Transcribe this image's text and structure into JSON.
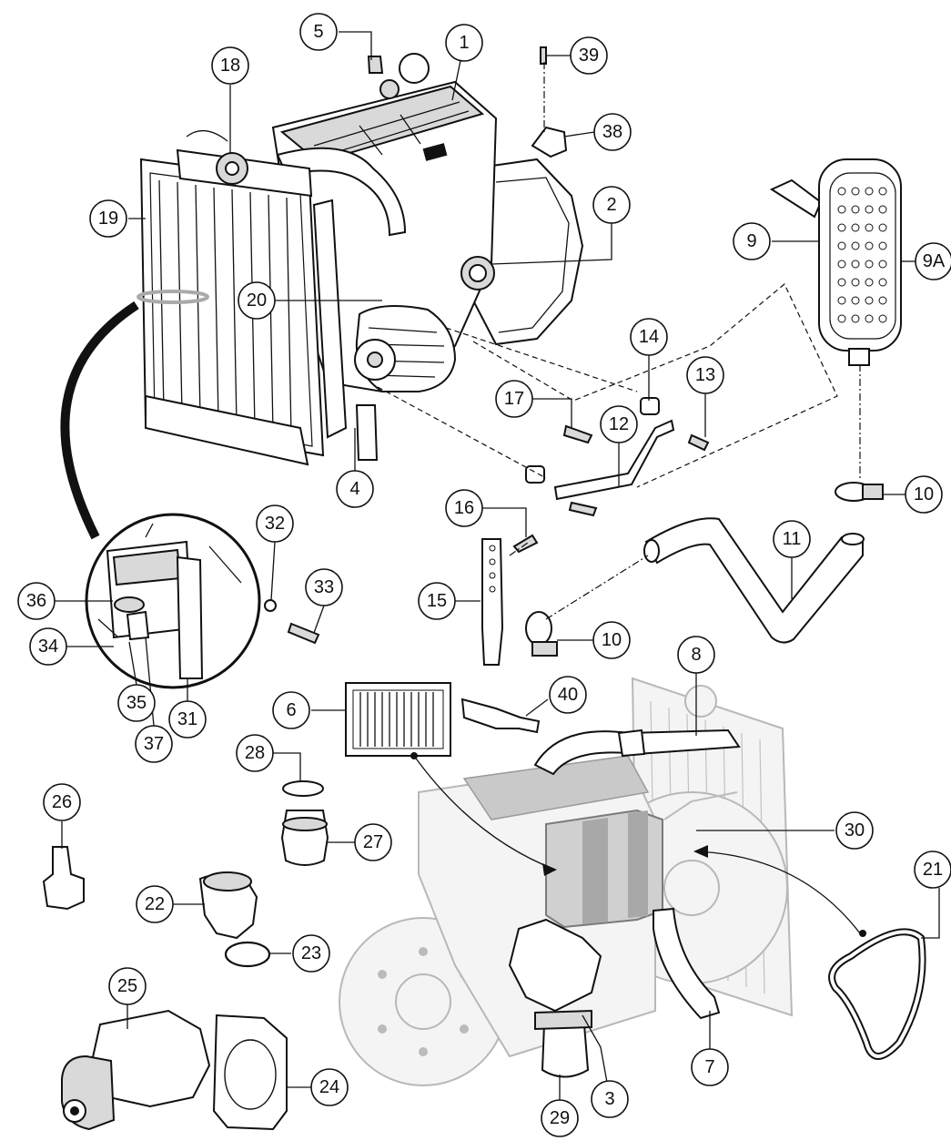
{
  "figure": {
    "callouts": [
      {
        "label": "1"
      },
      {
        "label": "2"
      },
      {
        "label": "3"
      },
      {
        "label": "4"
      },
      {
        "label": "5"
      },
      {
        "label": "6"
      },
      {
        "label": "7"
      },
      {
        "label": "8"
      },
      {
        "label": "9"
      },
      {
        "label": "9A"
      },
      {
        "label": "10"
      },
      {
        "label": "10"
      },
      {
        "label": "11"
      },
      {
        "label": "12"
      },
      {
        "label": "13"
      },
      {
        "label": "14"
      },
      {
        "label": "15"
      },
      {
        "label": "16"
      },
      {
        "label": "17"
      },
      {
        "label": "18"
      },
      {
        "label": "19"
      },
      {
        "label": "20"
      },
      {
        "label": "21"
      },
      {
        "label": "22"
      },
      {
        "label": "23"
      },
      {
        "label": "24"
      },
      {
        "label": "25"
      },
      {
        "label": "26"
      },
      {
        "label": "27"
      },
      {
        "label": "28"
      },
      {
        "label": "29"
      },
      {
        "label": "30"
      },
      {
        "label": "31"
      },
      {
        "label": "32"
      },
      {
        "label": "33"
      },
      {
        "label": "34"
      },
      {
        "label": "35"
      },
      {
        "label": "36"
      },
      {
        "label": "37"
      },
      {
        "label": "38"
      },
      {
        "label": "39"
      },
      {
        "label": "40"
      }
    ]
  }
}
